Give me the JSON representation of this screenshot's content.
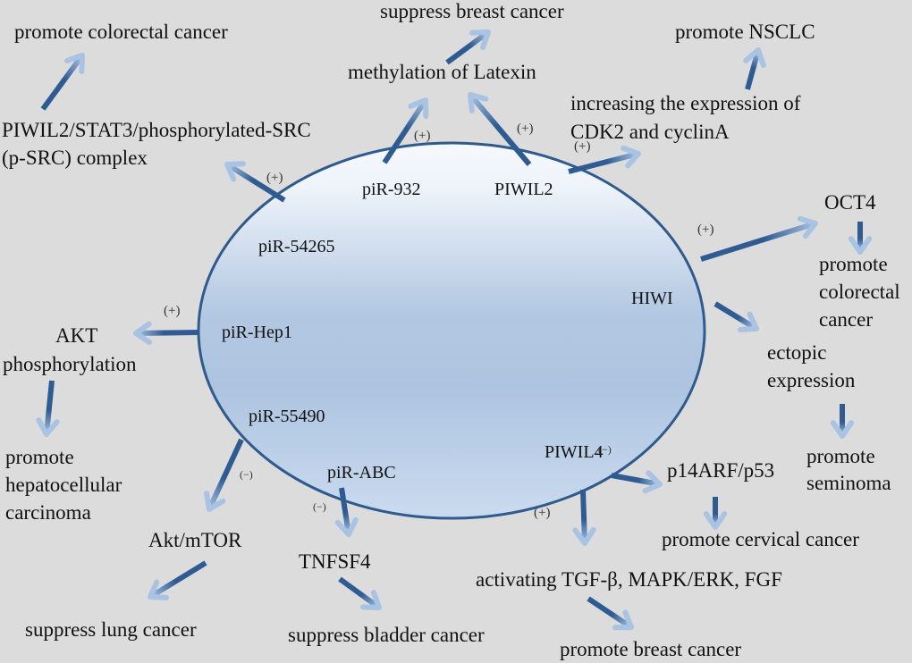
{
  "diagram": {
    "center_nodes": {
      "piR_932": "piR-932",
      "PIWIL2": "PIWIL2",
      "piR_54265": "piR-54265",
      "piR_Hep1": "piR-Hep1",
      "HIWI": "HIWI",
      "piR_55490": "piR-55490",
      "piR_ABC": "piR-ABC",
      "PIWIL4": "PIWIL4"
    },
    "outer_nodes": {
      "promote_colorectal_cancer_top": "promote colorectal cancer",
      "piwil2_complex_line1": "PIWIL2/STAT3/phosphorylated-SRC",
      "piwil2_complex_line2": "(p-SRC) complex",
      "suppress_breast_cancer": "suppress breast cancer",
      "methylation_latexin": "methylation of Latexin",
      "promote_nsclc": "promote NSCLC",
      "cdk2_line1": "increasing the expression of",
      "cdk2_line2": "CDK2 and cyclinA",
      "oct4": "OCT4",
      "promote_crc_right_line1": "promote",
      "promote_crc_right_line2": "colorectal",
      "promote_crc_right_line3": "cancer",
      "ectopic_line1": "ectopic",
      "ectopic_line2": "expression",
      "promote_seminoma_line1": "promote",
      "promote_seminoma_line2": "seminoma",
      "akt_line1": "AKT",
      "akt_line2": "phosphorylation",
      "hcc_line1": "promote",
      "hcc_line2": "hepatocellular",
      "hcc_line3": "carcinoma",
      "akt_mtor": "Akt/mTOR",
      "suppress_lung_cancer": "suppress lung cancer",
      "tnfsf4": "TNFSF4",
      "suppress_bladder_cancer": "suppress bladder cancer",
      "p14arf_p53": "p14ARF/p53",
      "promote_cervical_cancer": "promote cervical cancer",
      "activating_pathways": "activating TGF-β, MAPK/ERK, FGF",
      "promote_breast_cancer": "promote breast cancer"
    },
    "signs": {
      "plus": "(+)",
      "minus": "(−)"
    },
    "colors": {
      "background": "#dcdcdc",
      "arrow_dark": "#2e5b92",
      "arrow_light": "#a9c3e3",
      "ellipse_stroke": "#2f5a8e",
      "ellipse_top": "#f3f7fc",
      "ellipse_mid": "#adc4e0",
      "ellipse_bottom": "#c9d9ee"
    }
  }
}
